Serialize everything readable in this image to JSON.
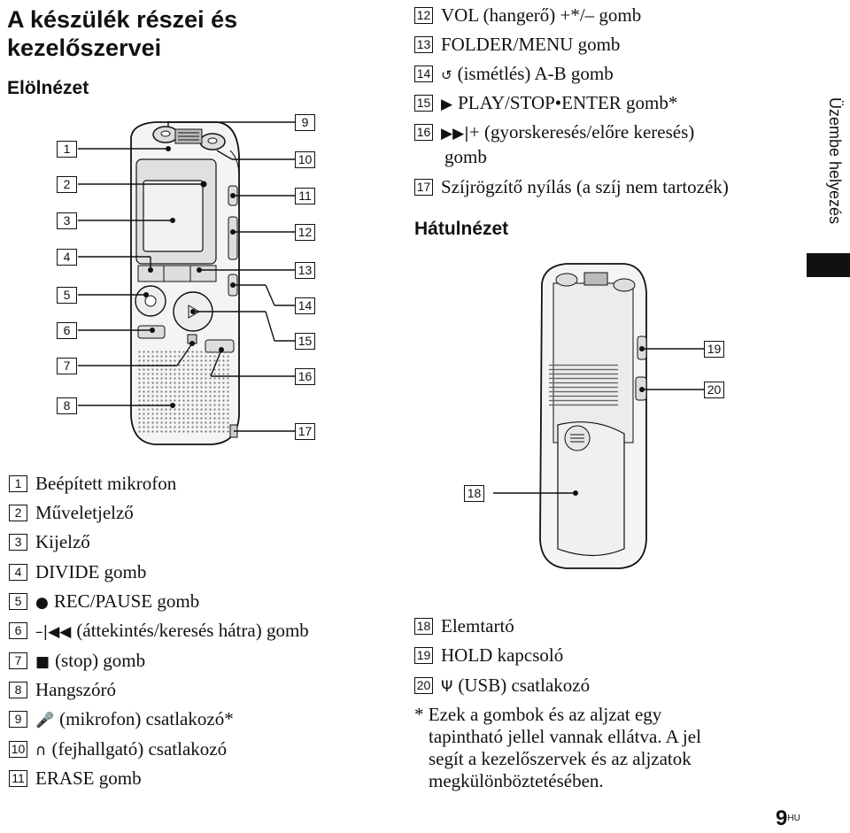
{
  "heading": "A készülék részei és kezelőszervei",
  "front": {
    "title": "Elölnézet",
    "callouts_left": [
      "1",
      "2",
      "3",
      "4",
      "5",
      "6",
      "7",
      "8"
    ],
    "callouts_right": [
      "9",
      "10",
      "11",
      "12",
      "13",
      "14",
      "15",
      "16",
      "17"
    ]
  },
  "back": {
    "title": "Hátulnézet",
    "callouts": [
      "18",
      "19",
      "20"
    ]
  },
  "parts_top": [
    {
      "num": "12",
      "icon": "",
      "text": "VOL (hangerő) +*/– gomb"
    },
    {
      "num": "13",
      "icon": "",
      "text": "FOLDER/MENU gomb"
    },
    {
      "num": "14",
      "icon": "repeat-icon",
      "text": "(ismétlés) A-B gomb"
    },
    {
      "num": "15",
      "icon": "play-icon",
      "text": "PLAY/STOP•ENTER gomb*"
    },
    {
      "num": "16",
      "icon": "fast-forward-icon",
      "text": "+ (gyorskeresés/előre keresés)"
    },
    {
      "num": "",
      "icon": "",
      "text": "gomb"
    },
    {
      "num": "17",
      "icon": "",
      "text": "Szíjrögzítő nyílás (a szíj nem tartozék)"
    }
  ],
  "parts_left": [
    {
      "num": "1",
      "icon": "",
      "text": "Beépített mikrofon"
    },
    {
      "num": "2",
      "icon": "",
      "text": "Műveletjelző"
    },
    {
      "num": "3",
      "icon": "",
      "text": "Kijelző"
    },
    {
      "num": "4",
      "icon": "",
      "text": "DIVIDE gomb"
    },
    {
      "num": "5",
      "icon": "record-icon",
      "text": "REC/PAUSE gomb"
    },
    {
      "num": "6",
      "icon": "rewind-icon",
      "text": "(áttekintés/keresés hátra) gomb"
    },
    {
      "num": "7",
      "icon": "stop-icon",
      "text": "(stop) gomb"
    },
    {
      "num": "8",
      "icon": "",
      "text": "Hangszóró"
    },
    {
      "num": "9",
      "icon": "microphone-icon",
      "text": "(mikrofon) csatlakozó*"
    },
    {
      "num": "10",
      "icon": "headphone-icon",
      "text": "(fejhallgató) csatlakozó"
    },
    {
      "num": "11",
      "icon": "",
      "text": "ERASE gomb"
    }
  ],
  "parts_right": [
    {
      "num": "18",
      "icon": "",
      "text": "Elemtartó"
    },
    {
      "num": "19",
      "icon": "",
      "text": "HOLD kapcsoló"
    },
    {
      "num": "20",
      "icon": "usb-icon",
      "text": "(USB) csatlakozó"
    }
  ],
  "note": {
    "lines": [
      "* Ezek a gombok és az aljzat egy",
      "tapintható jellel vannak ellátva. A jel",
      "segít a kezelőszervek és az aljzatok",
      "megkülönböztetésében."
    ]
  },
  "sidebar": {
    "label": "Üzembe helyezés"
  },
  "page": {
    "number": "9",
    "suffix": "HU"
  }
}
